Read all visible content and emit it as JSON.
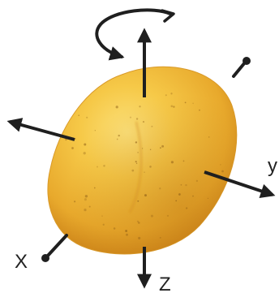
{
  "diagram": {
    "subject": "potato",
    "axes": {
      "x": {
        "label": "X"
      },
      "y": {
        "label": "y"
      },
      "z": {
        "label": "Z"
      }
    },
    "rotation_indicator": {
      "icon": "curved-rotation-arrow-icon",
      "direction": "counterclockwise"
    }
  },
  "colors": {
    "background": "#ffffff",
    "axis": "#1f1f1f",
    "label": "#222222",
    "potato_light": "#f6c948",
    "potato_mid": "#e8a92c",
    "potato_dark": "#c97f16",
    "potato_speckle": "#8a5a14"
  }
}
